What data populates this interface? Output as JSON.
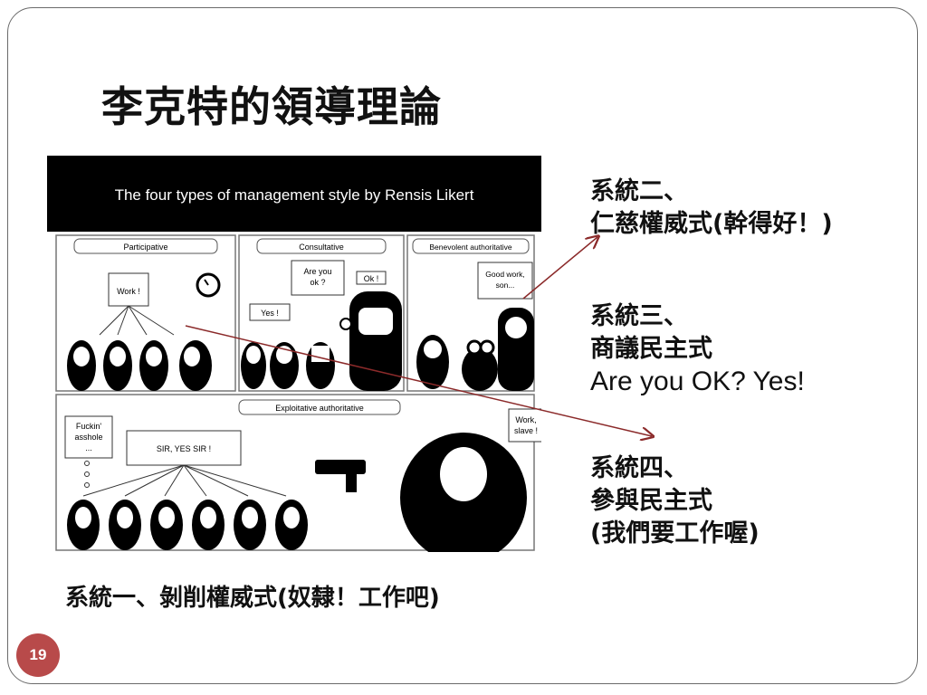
{
  "slide": {
    "title": "李克特的領導理論",
    "page_number": "19"
  },
  "comic": {
    "header": "The four types of management style by Rensis Likert",
    "panels": {
      "participative": {
        "title": "Participative",
        "bubble": "Work !"
      },
      "consultative": {
        "title": "Consultative",
        "bubble_question": "Are you ok ?",
        "bubble_yes": "Yes !",
        "bubble_ok": "Ok !"
      },
      "benevolent": {
        "title": "Benevolent authoritative",
        "bubble": "Good work, son..."
      },
      "exploitative": {
        "title": "Exploitative authoritative",
        "bubble_thought": "Fuckin' asshole ...",
        "bubble_sir": "SIR, YES SIR !",
        "bubble_work": "Work, slave !"
      }
    }
  },
  "labels": {
    "system2_line1": "系統二、",
    "system2_line2": "仁慈權威式(幹得好！)",
    "system3_line1": "系統三、",
    "system3_line2": "商議民主式",
    "system3_line3": "Are you OK? Yes!",
    "system4_line1": "系統四、",
    "system4_line2": "參與民主式",
    "system4_line3": "(我們要工作喔)",
    "system1": "系統一、剝削權威式(奴隸！工作吧)"
  },
  "colors": {
    "arrow": "#8b2a2a",
    "badge": "#b84a4a",
    "header_bg": "#000000"
  }
}
